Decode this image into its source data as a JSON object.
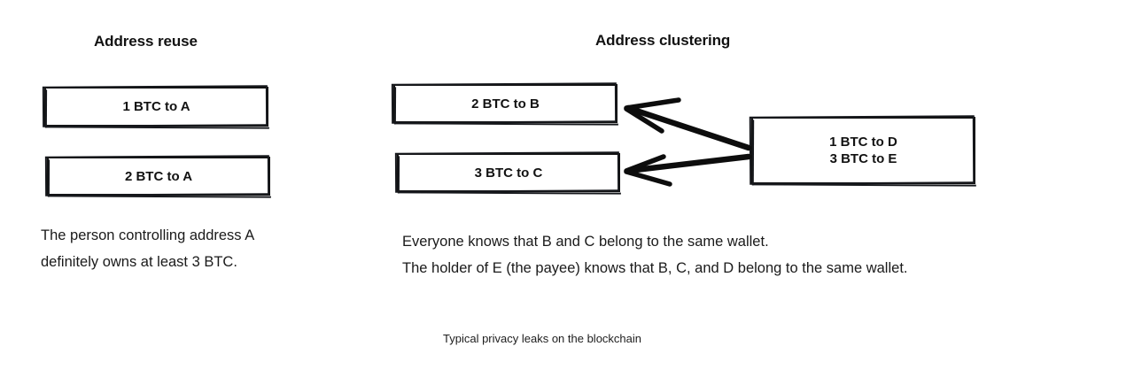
{
  "figure": {
    "caption": "Typical privacy leaks on the blockchain",
    "background_color": "#ffffff",
    "ink_color": "#111111"
  },
  "left_panel": {
    "title": "Address reuse",
    "boxes": [
      {
        "name": "transaction-box-1-btc-to-a",
        "label": "1 BTC to A"
      },
      {
        "name": "transaction-box-2-btc-to-a",
        "label": "2 BTC to A"
      }
    ],
    "note": "The person controlling address A definitely owns at least 3 BTC."
  },
  "right_panel": {
    "title": "Address clustering",
    "boxes": [
      {
        "name": "transaction-box-2-btc-to-b",
        "label": "2 BTC to B"
      },
      {
        "name": "transaction-box-3-btc-to-c",
        "label": "3 BTC to C"
      },
      {
        "name": "transaction-box-d-e",
        "label": "1 BTC to D\n3 BTC to E"
      }
    ],
    "arrows": [
      {
        "name": "arrow-de-to-b",
        "from": "1 BTC to D / 3 BTC to E",
        "to": "2 BTC to B"
      },
      {
        "name": "arrow-de-to-c",
        "from": "1 BTC to D / 3 BTC to E",
        "to": "3 BTC to C"
      }
    ],
    "note": "Everyone knows that B and C belong to the same wallet.\nThe holder of E (the payee) knows that B, C, and D belong to the same wallet."
  }
}
